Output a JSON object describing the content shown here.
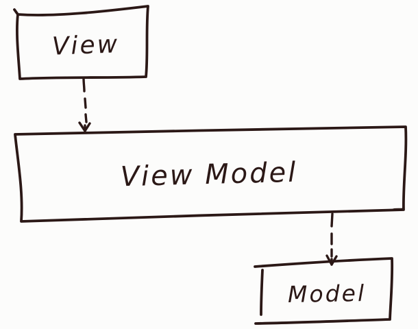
{
  "canvas": {
    "style": "hand-drawn-sketch",
    "background_color": "#fcfcfb",
    "ink_color": "#2b1816"
  },
  "diagram": {
    "type": "flow-diagram",
    "pattern": "MVVM",
    "nodes": [
      {
        "id": "view",
        "label": "View",
        "shape": "rectangle",
        "position": "top-left"
      },
      {
        "id": "view_model",
        "label": "View Model",
        "shape": "wide-rectangle",
        "position": "middle-full-width"
      },
      {
        "id": "model",
        "label": "Model",
        "shape": "rectangle",
        "position": "bottom-right"
      }
    ],
    "edges": [
      {
        "from": "View",
        "to": "View Model",
        "line_style": "dashed",
        "arrow": "down"
      },
      {
        "from": "View Model",
        "to": "Model",
        "line_style": "dashed",
        "arrow": "down"
      }
    ]
  }
}
